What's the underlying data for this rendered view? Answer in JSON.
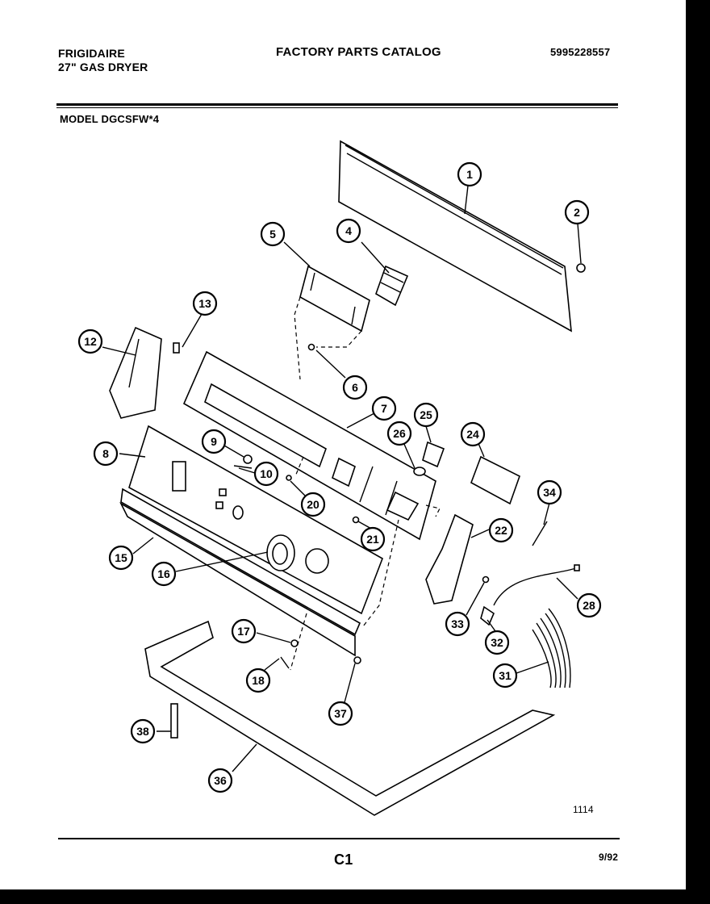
{
  "header": {
    "brand": "FRIGIDAIRE",
    "product": "27\" GAS  DRYER",
    "catalog_title": "FACTORY PARTS CATALOG",
    "catalog_number": "5995228557",
    "model": "MODEL DGCSFW*4"
  },
  "footer": {
    "page": "C1",
    "date": "9/92",
    "drawing_code": "1114"
  },
  "callouts": [
    "1",
    "2",
    "4",
    "5",
    "6",
    "7",
    "8",
    "9",
    "10",
    "12",
    "13",
    "15",
    "16",
    "17",
    "18",
    "20",
    "21",
    "22",
    "24",
    "25",
    "26",
    "28",
    "31",
    "32",
    "33",
    "34",
    "36",
    "37",
    "38"
  ]
}
